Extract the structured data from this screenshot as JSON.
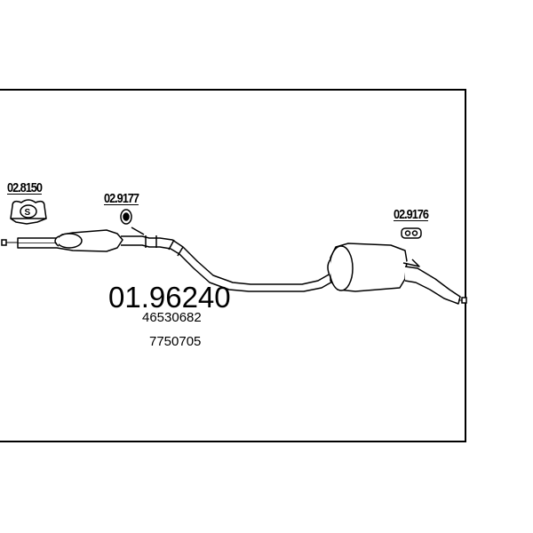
{
  "diagram": {
    "main_part_number": "01.96240",
    "oem_numbers": [
      "46530682",
      "7750705"
    ],
    "parts": [
      {
        "number": "02.8150",
        "icon": "clamp-icon"
      },
      {
        "number": "02.9177",
        "icon": "rubber-ring-icon"
      },
      {
        "number": "02.9176",
        "icon": "hanger-icon"
      }
    ]
  }
}
